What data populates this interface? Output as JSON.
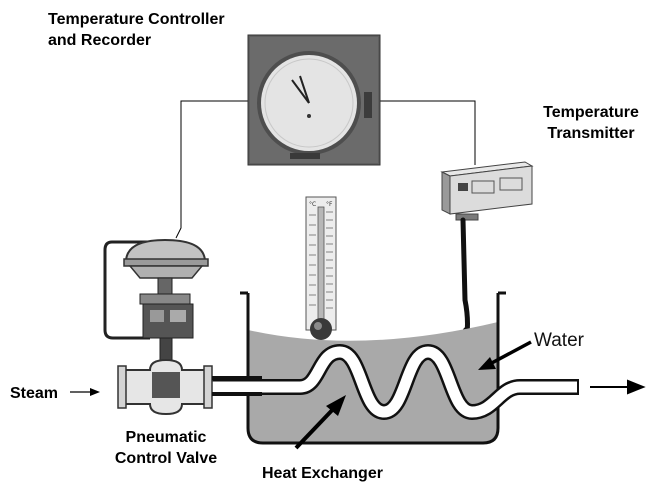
{
  "labels": {
    "controller_line1": "Temperature Controller",
    "controller_line2": "and Recorder",
    "transmitter_line1": "Temperature",
    "transmitter_line2": "Transmitter",
    "steam": "Steam",
    "valve_line1": "Pneumatic",
    "valve_line2": "Control Valve",
    "heat_exchanger": "Heat Exchanger",
    "water": "Water"
  },
  "thermometer": {
    "unit_left": "°C",
    "unit_right": "°F"
  },
  "colors": {
    "water": "#a9a9a9",
    "tank_outline": "#111111",
    "pipe_fill": "#ffffff",
    "recorder_body": "#5e5e5e",
    "line": "#000000"
  }
}
